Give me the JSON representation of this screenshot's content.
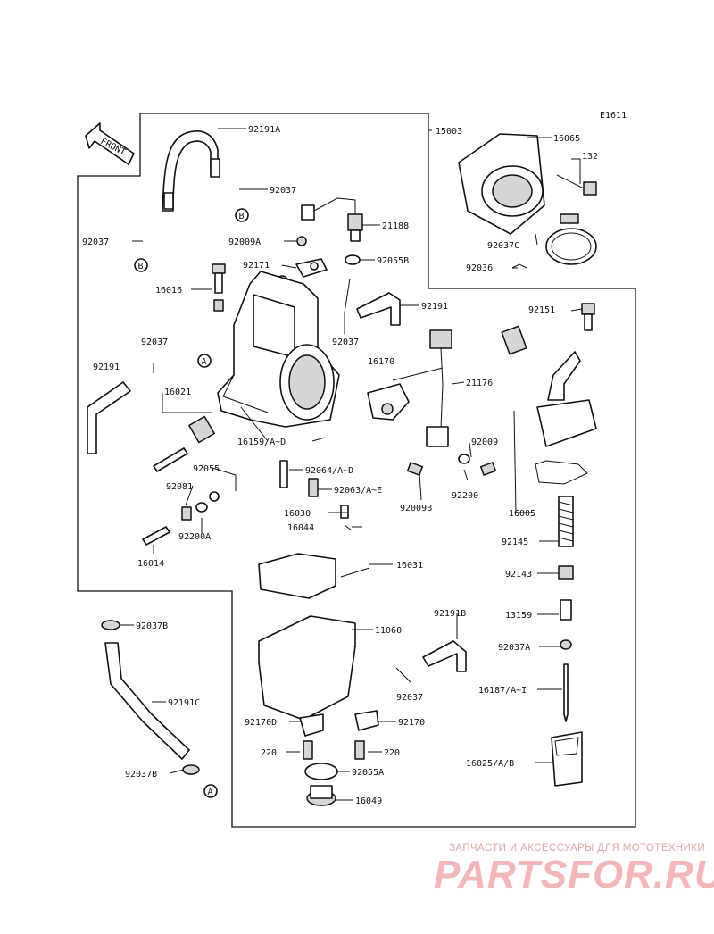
{
  "diagram_code": "E1611",
  "front_label": "FRONT",
  "callouts": {
    "c92191A": "92191A",
    "c15003": "15003",
    "c16065": "16065",
    "c132": "132",
    "c92037_top": "92037",
    "c21188": "21188",
    "c92037_left": "92037",
    "c92009A": "92009A",
    "c92055B": "92055B",
    "c92037C": "92037C",
    "c92036": "92036",
    "c92171": "92171",
    "c16016": "16016",
    "c92191_right": "92191",
    "c92151": "92151",
    "c92037_mid": "92037",
    "c92037_mid2": "92037",
    "c16170": "16170",
    "c21176": "21176",
    "c92191_left": "92191",
    "c16021": "16021",
    "c16159": "16159/A~D",
    "c92009": "92009",
    "c92055": "92055",
    "c92064": "92064/A~D",
    "c92200": "92200",
    "c92081": "92081",
    "c92063": "92063/A~E",
    "c92009B": "92009B",
    "c16005": "16005",
    "c16030": "16030",
    "c92200A": "92200A",
    "c16044": "16044",
    "c92145": "92145",
    "c16014": "16014",
    "c16031": "16031",
    "c92143": "92143",
    "c92037B_top": "92037B",
    "c92191B": "92191B",
    "c11060": "11060",
    "c13159": "13159",
    "c92037A": "92037A",
    "c92191C": "92191C",
    "c92037_low": "92037",
    "c16187": "16187/A~I",
    "c92170D": "92170D",
    "c92170": "92170",
    "c220_left": "220",
    "c220_right": "220",
    "c16025": "16025/A/B",
    "c92037B_bot": "92037B",
    "c92055A": "92055A",
    "c16049": "16049"
  },
  "ref_markers": {
    "B": "B",
    "A": "A"
  },
  "watermark": {
    "tagline": "ЗАПЧАСТИ И АКСЕССУАРЫ ДЛЯ МОТОТЕХНИКИ",
    "logo": "PARTSFOR.RU"
  }
}
